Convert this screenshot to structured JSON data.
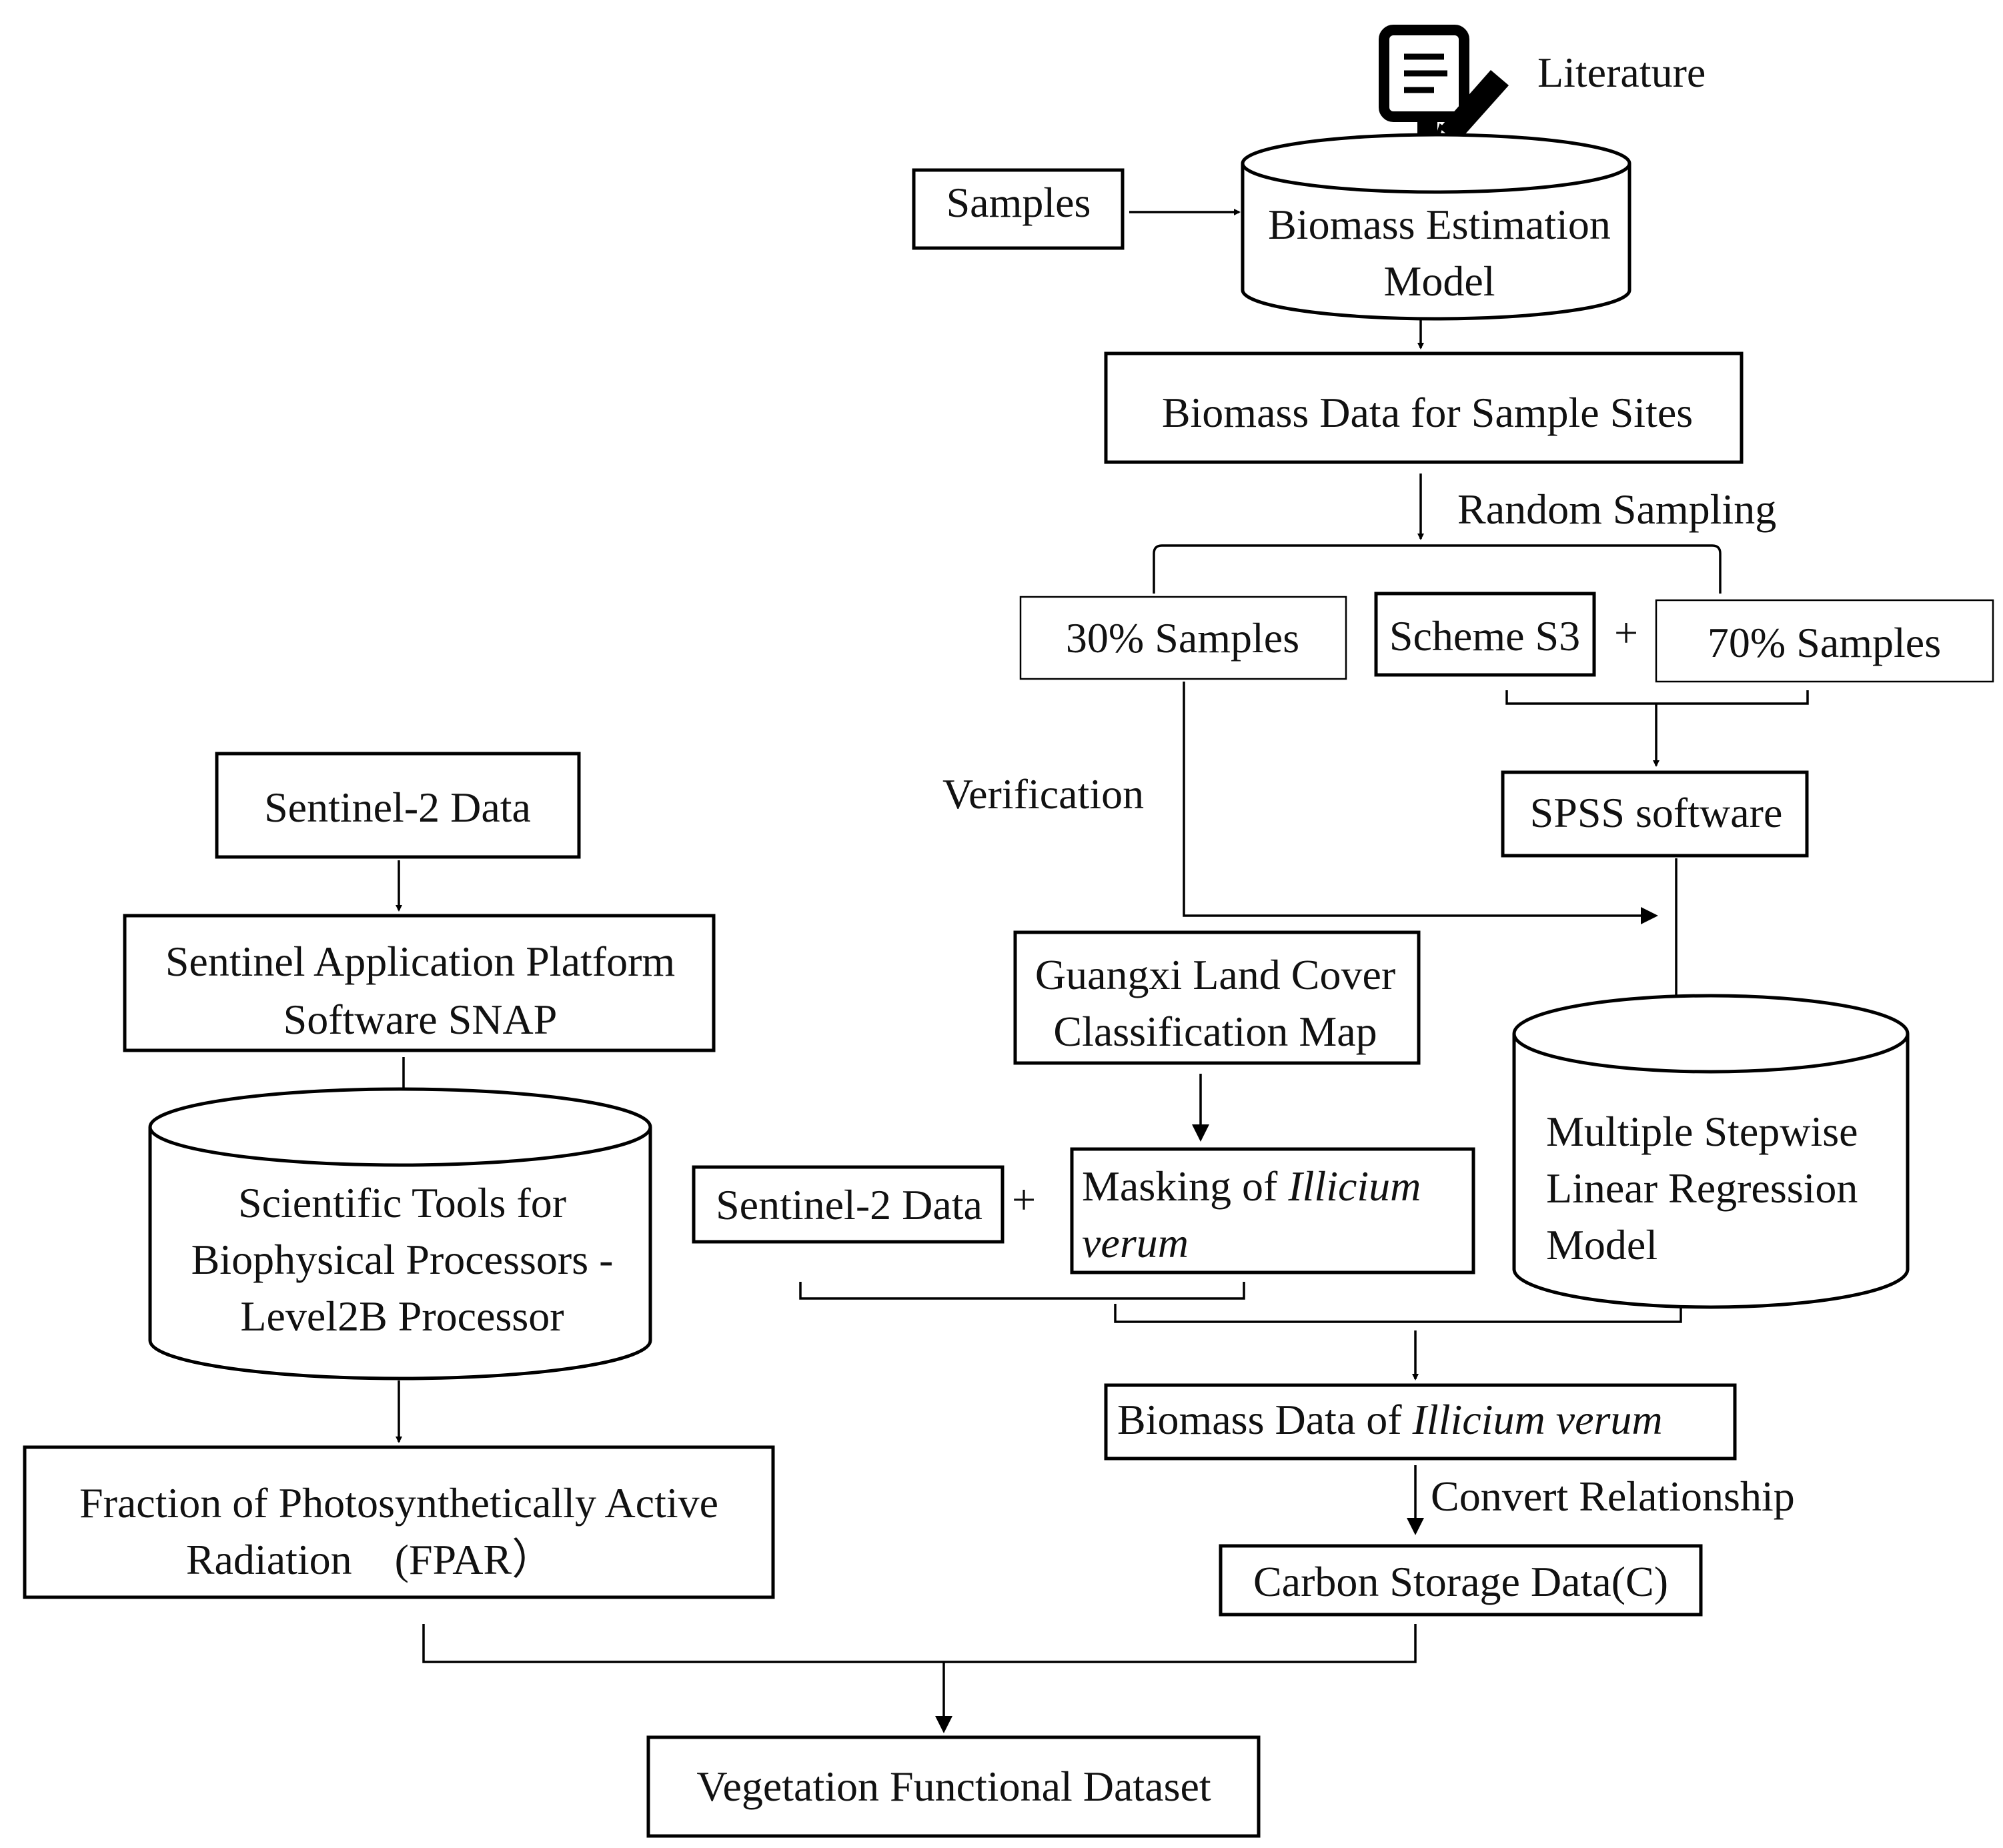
{
  "nodes": {
    "literature": "Literature",
    "samples": "Samples",
    "biomass_model": [
      "Biomass Estimation",
      "Model"
    ],
    "biomass_sites": "Biomass Data for Sample Sites",
    "random_sampling": "Random Sampling",
    "samples_30": "30%  Samples",
    "scheme_s3": "Scheme S3",
    "plus": "+",
    "samples_70": "70%  Samples",
    "verification": "Verification",
    "spss": "SPSS software",
    "sentinel2_left": "Sentinel-2 Data",
    "snap": [
      "Sentinel Application Platform",
      "Software SNAP"
    ],
    "guangxi": [
      "Guangxi Land Cover",
      "Classification Map"
    ],
    "mslr": [
      "Multiple Stepwise",
      "Linear Regression",
      "Model"
    ],
    "stbp": [
      "Scientific Tools for",
      "Biophysical Processors -",
      "Level2B Processor"
    ],
    "sentinel2_mid": "Sentinel-2 Data",
    "masking": {
      "prefix": "Masking of ",
      "italic1": "Illicium",
      "italic2": "verum"
    },
    "biomass_illicium": {
      "prefix": "Biomass Data of ",
      "italic": "Illicium verum"
    },
    "convert_relationship": "Convert Relationship",
    "carbon": "Carbon Storage Data(C)",
    "fpar": [
      "Fraction of Photosynthetically Active",
      "Radiation　(FPAR）"
    ],
    "vegetation": "Vegetation Functional Dataset"
  },
  "icons": [
    "document-pen-icon"
  ]
}
